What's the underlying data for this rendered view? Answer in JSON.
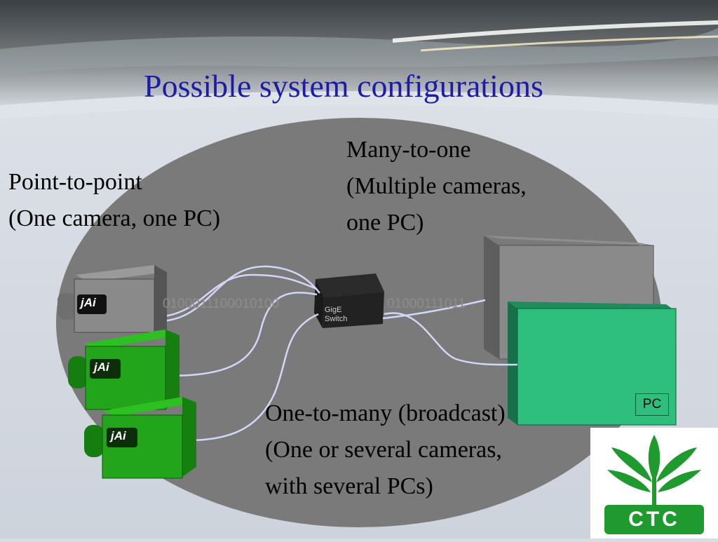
{
  "slide": {
    "title": "Possible system configurations"
  },
  "labels": {
    "point_to_point": [
      "Point-to-point",
      "(One camera, one PC)"
    ],
    "many_to_one": [
      "Many-to-one",
      "(Multiple cameras,",
      "one PC)"
    ],
    "one_to_many": [
      "One-to-many (broadcast)",
      "(One or several cameras,",
      "with several PCs)"
    ]
  },
  "switch": {
    "line1": "GigE",
    "line2": "Switch"
  },
  "pc_label": "PC",
  "camera_brand": "jAi",
  "binary_stream_left": "0100011100010100",
  "binary_stream_right": "01000111011",
  "logo_text": "CTC",
  "colors": {
    "title": "#1c1ca6",
    "ellipse": "#7a7a7a",
    "camera_green": "#22a51a",
    "camera_gray": "#8a8a8a",
    "pc_teal": "#2ebf7e",
    "cable": "#cfd3f5",
    "logo_green": "#1f9a2e"
  }
}
